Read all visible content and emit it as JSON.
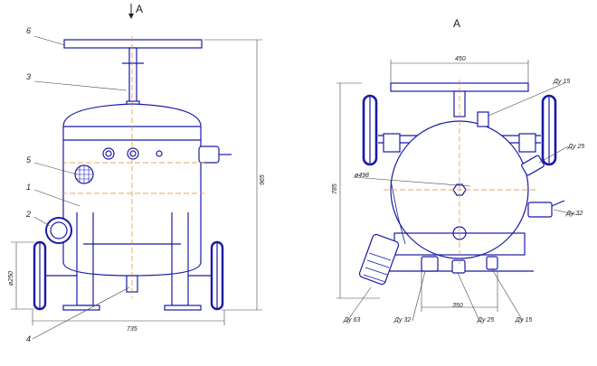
{
  "view_arrow_label": "A",
  "view_title": "A",
  "callouts": {
    "c6": "6",
    "c3": "3",
    "c5": "5",
    "c1": "1",
    "c2": "2",
    "c4": "4"
  },
  "front_dims": {
    "height_total": "965",
    "width_base": "735",
    "wheel_dia": "ø250"
  },
  "side_dims": {
    "width_top": "450",
    "height": "785",
    "vessel_dia": "ø498",
    "base_gap": "350"
  },
  "nozzles": {
    "du15_top": "Ду 15",
    "du25_right": "Ду 25",
    "du32_right": "Ду 32",
    "du63": "Ду 63",
    "du32_bottom": "Ду 32",
    "du25_bottom": "Ду 25",
    "du15_bottom": "Ду 15"
  },
  "colors": {
    "outline": "#1a1aa6",
    "dim_line": "#444444",
    "center_line": "#e08a2e"
  }
}
